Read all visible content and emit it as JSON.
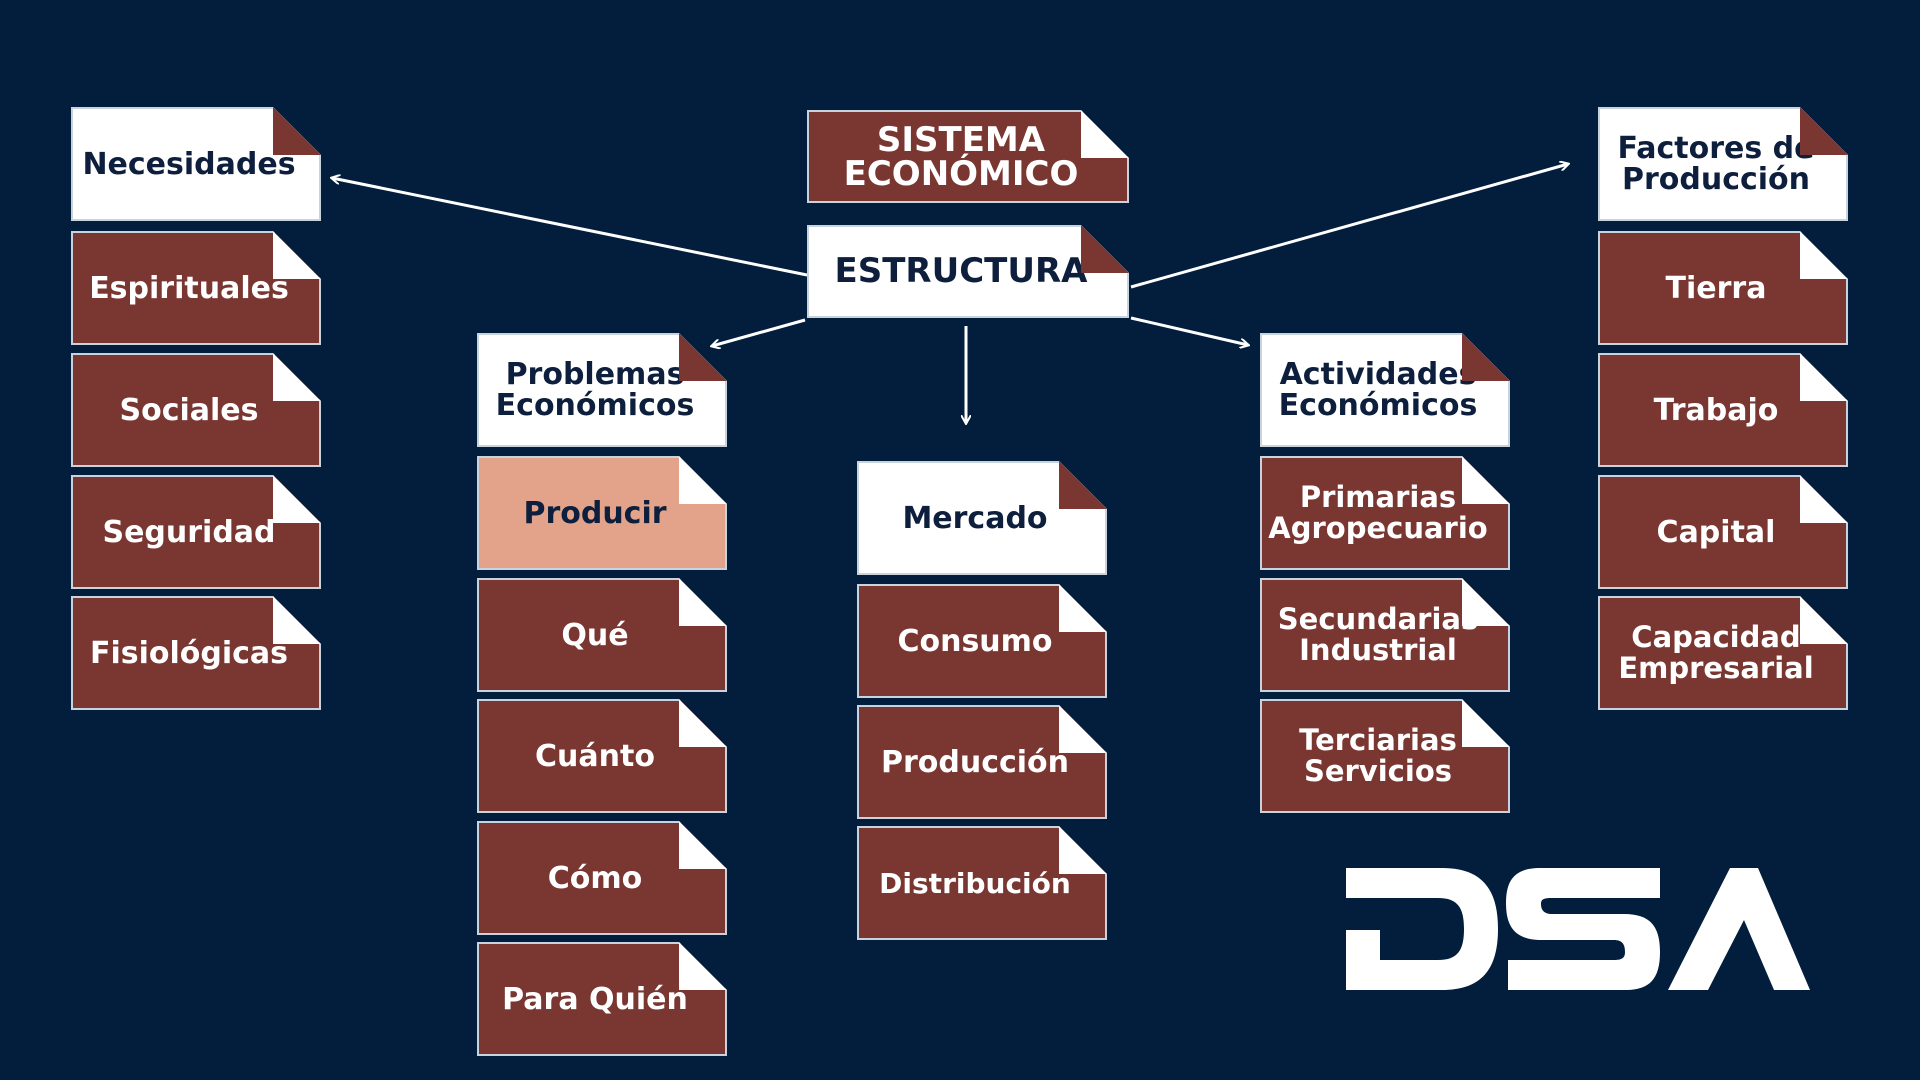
{
  "diagram": {
    "title": "SISTEMA\nECONÓMICO",
    "center": "ESTRUCTURA",
    "necesidades": {
      "header": "Necesidades",
      "items": [
        "Espirituales",
        "Sociales",
        "Seguridad",
        "Fisiológicas"
      ]
    },
    "problemas": {
      "header": "Problemas\nEconómicos",
      "items": [
        "Producir",
        "Qué",
        "Cuánto",
        "Cómo",
        "Para Quién"
      ]
    },
    "mercado": {
      "header": "Mercado",
      "items": [
        "Consumo",
        "Producción",
        "Distribución"
      ]
    },
    "actividades": {
      "header": "Actividades\nEconómicos",
      "items": [
        "Primarias\nAgropecuario",
        "Secundarias\nIndustrial",
        "Terciarias\nServicios"
      ]
    },
    "factores": {
      "header": "Factores de\nProducción",
      "items": [
        "Tierra",
        "Trabajo",
        "Capital",
        "Capacidad\nEmpresarial"
      ]
    }
  },
  "logo": {
    "text": "DSA"
  },
  "colors": {
    "background": "#031e3d",
    "card_red": "#7a3631",
    "card_white": "#ffffff",
    "card_highlight": "#e3a38b",
    "text_dark": "#0d1f3c"
  }
}
